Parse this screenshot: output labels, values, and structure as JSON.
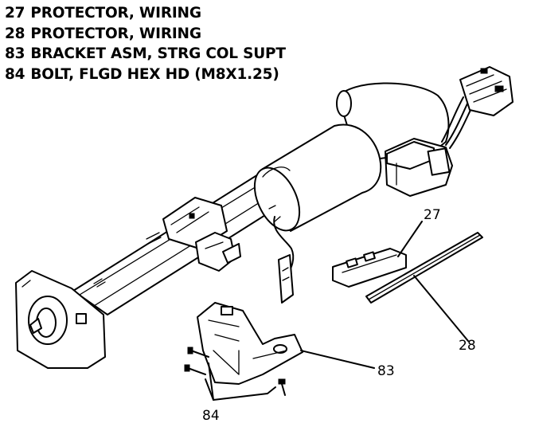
{
  "legend": [
    {
      "num": "27",
      "desc": "PROTECTOR, WIRING"
    },
    {
      "num": "28",
      "desc": "PROTECTOR, WIRING"
    },
    {
      "num": "83",
      "desc": "BRACKET ASM, STRG COL SUPT"
    },
    {
      "num": "84",
      "desc": "BOLT, FLGD HEX HD (M8X1.25)"
    }
  ],
  "callouts": {
    "p27": "27",
    "p28": "28",
    "p83": "83",
    "p84": "84"
  }
}
